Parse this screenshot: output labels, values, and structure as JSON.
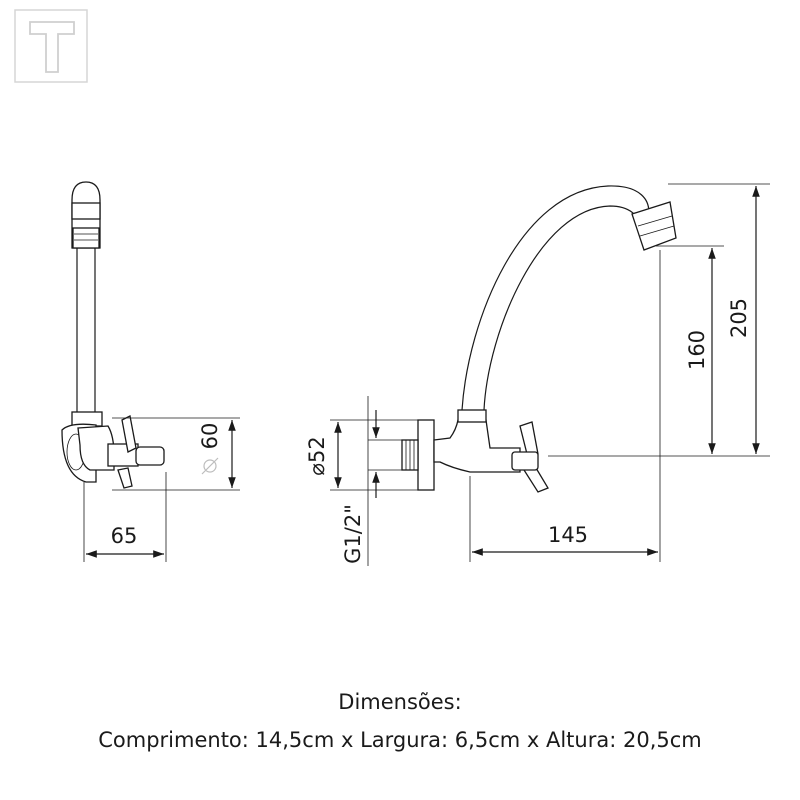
{
  "logo": {
    "letter": "T"
  },
  "side_view": {
    "dim_height": "60",
    "dim_width": "65",
    "diameter_symbol": "⌀"
  },
  "front_view": {
    "dim_diameter": "⌀52",
    "dim_thread": "G1/2\"",
    "dim_length": "145",
    "dim_spout_height": "160",
    "dim_total_height": "205"
  },
  "caption": {
    "title": "Dimensões:",
    "spec": "Comprimento: 14,5cm x Largura: 6,5cm x Altura: 20,5cm"
  }
}
